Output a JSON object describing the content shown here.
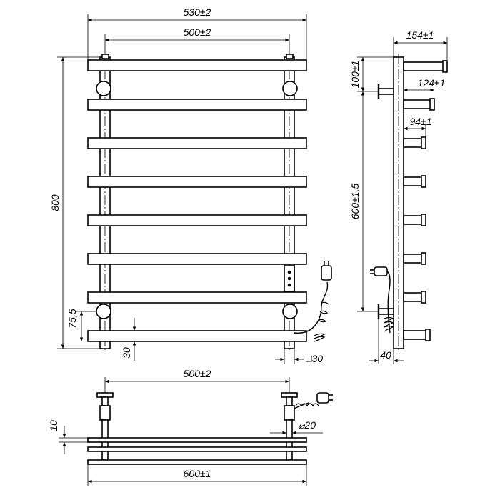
{
  "front_view": {
    "dim_width_outer": "530±2",
    "dim_width_inner": "500±2",
    "dim_height": "800",
    "dim_bottom_offset": "75,5",
    "dim_bottom_gap": "30",
    "dim_profile": "□30"
  },
  "side_view": {
    "dim_depth_total": "154±1",
    "dim_top_offset": "100±1",
    "dim_depth_mid": "124±1",
    "dim_depth_short": "94±1",
    "dim_mount_spacing": "600±1,5",
    "dim_bottom_depth": "40"
  },
  "top_view": {
    "dim_mount_width": "500±2",
    "dim_rail_thickness": "10",
    "dim_pipe_diameter": "⌀20",
    "dim_total_width": "600±1"
  }
}
